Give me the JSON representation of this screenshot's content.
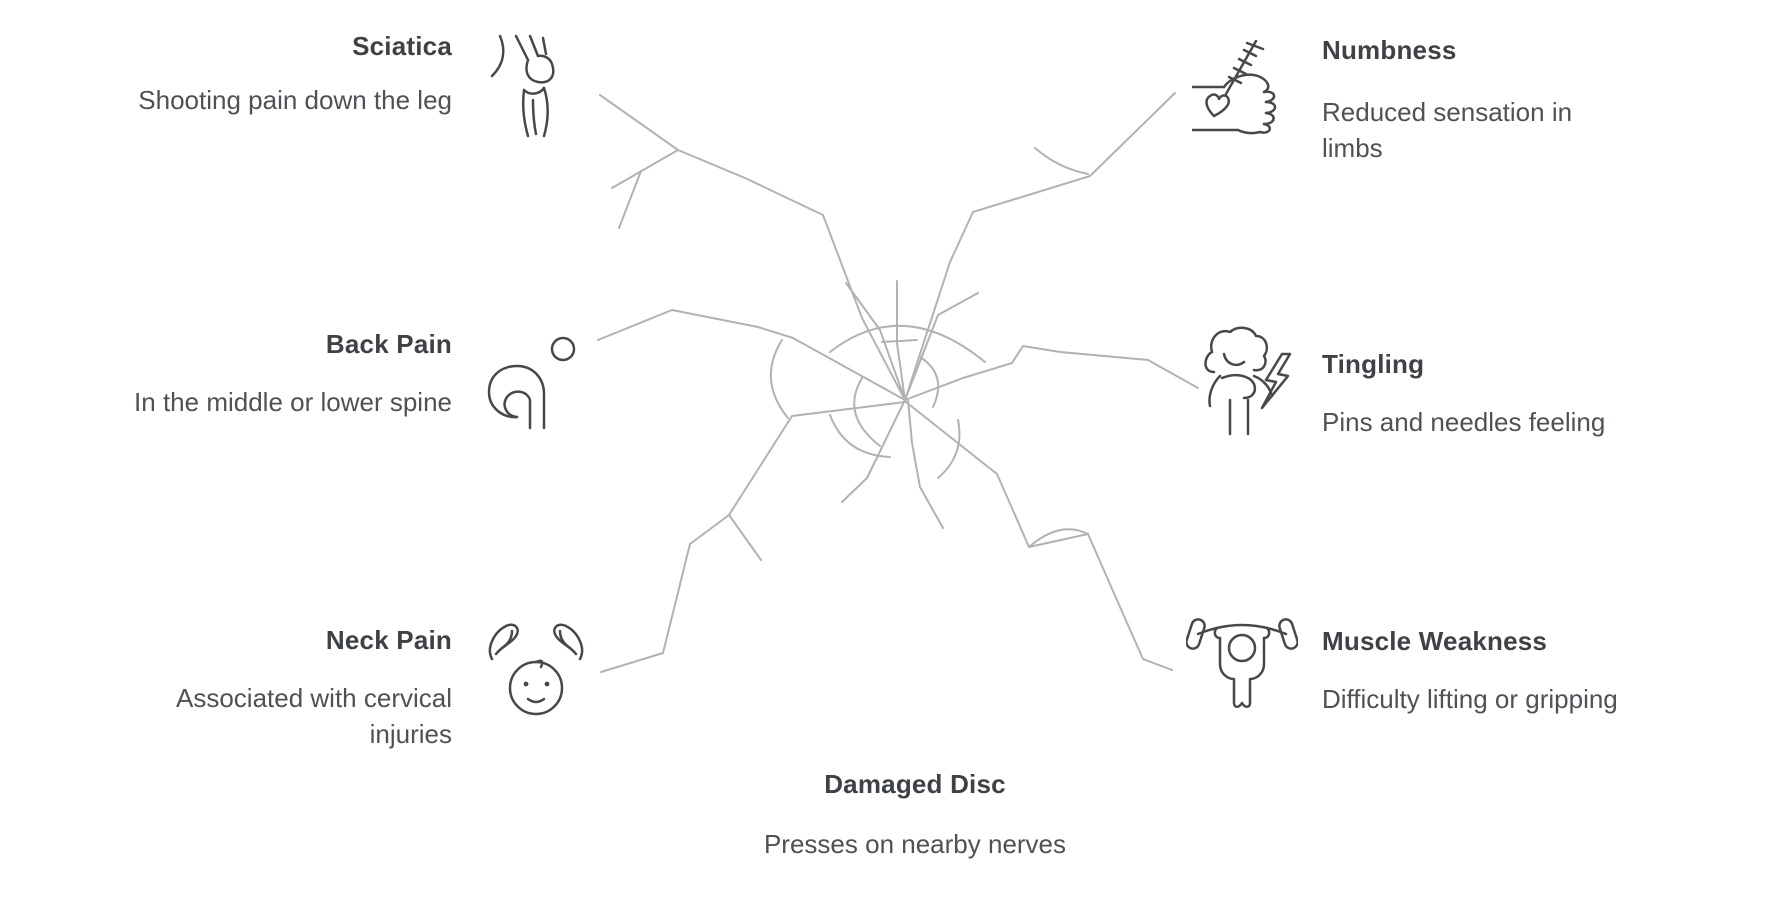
{
  "figure": {
    "center": {
      "title": "Damaged Disc",
      "subtitle": "Presses on nearby nerves"
    },
    "items": [
      {
        "id": "sciatica",
        "title": "Sciatica",
        "description": "Shooting pain down the leg",
        "side": "left",
        "icon": "leg-joint-icon"
      },
      {
        "id": "back-pain",
        "title": "Back Pain",
        "description": "In the middle or lower spine",
        "side": "left",
        "icon": "crawling-person-icon"
      },
      {
        "id": "neck-pain",
        "title": "Neck Pain",
        "description": "Associated with cervical injuries",
        "side": "left",
        "icon": "head-hands-icon"
      },
      {
        "id": "numbness",
        "title": "Numbness",
        "description": "Reduced sensation in limbs",
        "side": "right",
        "icon": "fist-needle-icon"
      },
      {
        "id": "tingling",
        "title": "Tingling",
        "description": "Pins and needles feeling",
        "side": "right",
        "icon": "person-lightning-icon"
      },
      {
        "id": "muscle-weakness",
        "title": "Muscle Weakness",
        "description": "Difficulty lifting or gripping",
        "side": "right",
        "icon": "barbell-lift-icon"
      }
    ],
    "colors": {
      "background": "#ffffff",
      "title_text": "#3e4145",
      "description_text": "#4e5256",
      "icon_stroke": "#46494c",
      "nerve_line": "#b2b2b2"
    }
  }
}
